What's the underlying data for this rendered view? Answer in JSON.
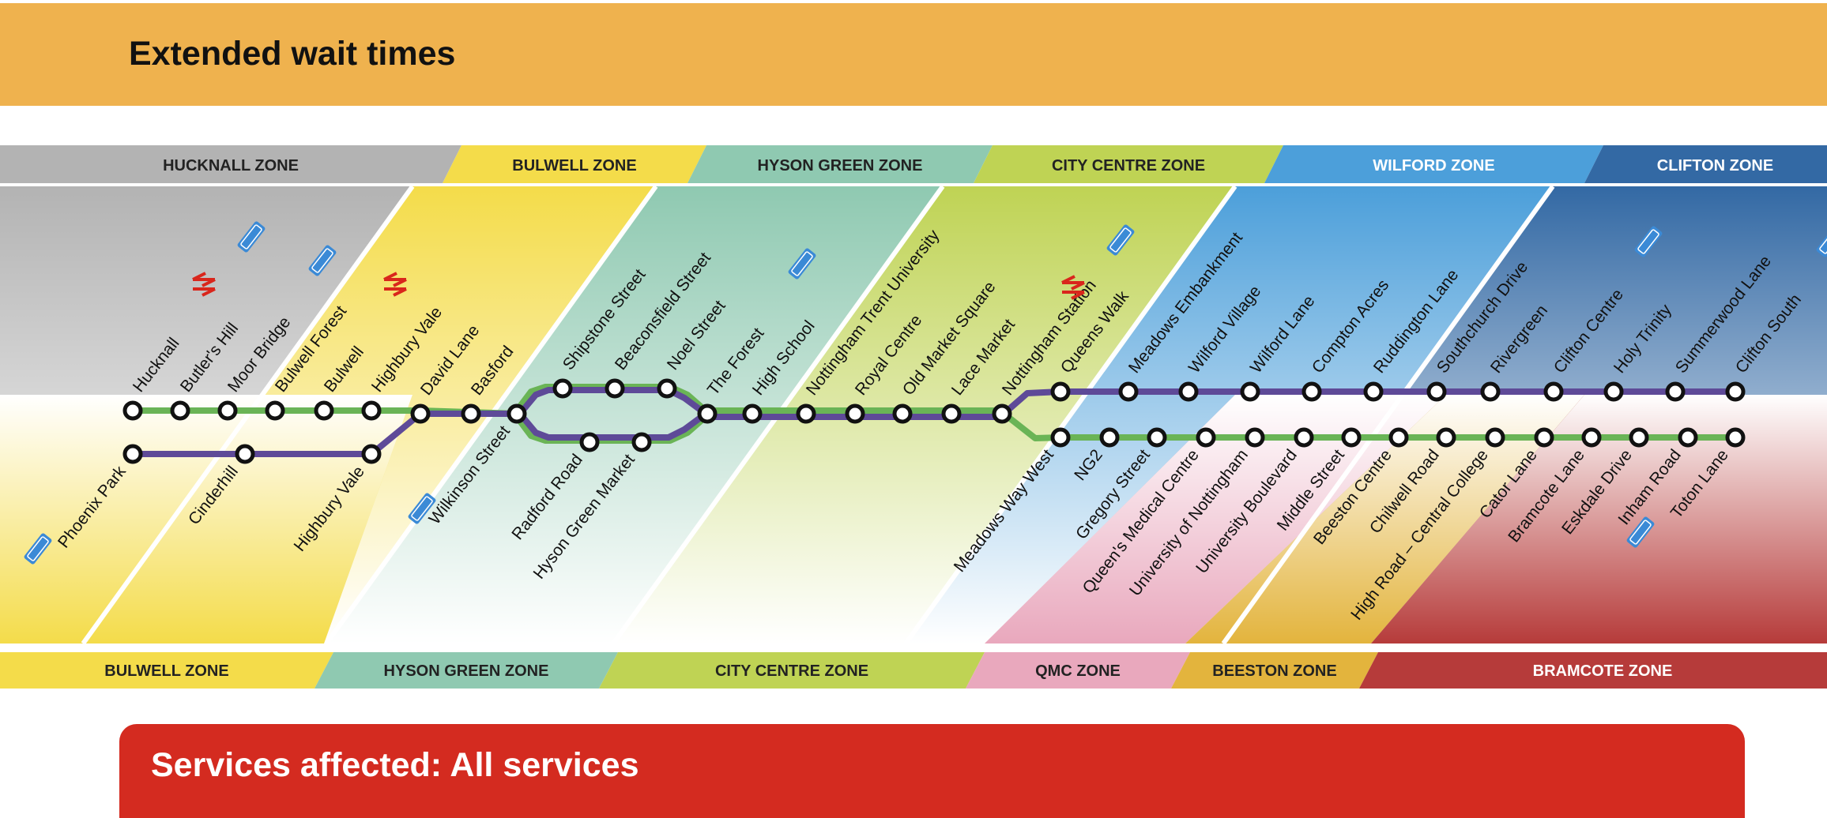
{
  "banner": {
    "title": "Extended wait times"
  },
  "services": {
    "label": "Services affected: All services"
  },
  "top_zones": [
    {
      "name": "HUCKNALL ZONE",
      "color": "#b3b3b3",
      "text": "#222222"
    },
    {
      "name": "BULWELL ZONE",
      "color": "#f4dc4a",
      "text": "#222222"
    },
    {
      "name": "HYSON GREEN ZONE",
      "color": "#8fc9b1",
      "text": "#222222"
    },
    {
      "name": "CITY CENTRE ZONE",
      "color": "#bfd354",
      "text": "#222222"
    },
    {
      "name": "WILFORD ZONE",
      "color": "#4c9fda",
      "text": "#ffffff"
    },
    {
      "name": "CLIFTON ZONE",
      "color": "#3369a4",
      "text": "#ffffff"
    }
  ],
  "bottom_zones": [
    {
      "name": "BULWELL ZONE",
      "color": "#f4dc4a",
      "text": "#222222"
    },
    {
      "name": "HYSON GREEN ZONE",
      "color": "#8fc9b1",
      "text": "#222222"
    },
    {
      "name": "CITY CENTRE ZONE",
      "color": "#bfd354",
      "text": "#222222"
    },
    {
      "name": "QMC ZONE",
      "color": "#e9a8bd",
      "text": "#222222"
    },
    {
      "name": "BEESTON ZONE",
      "color": "#e3b43d",
      "text": "#222222"
    },
    {
      "name": "BRAMCOTE ZONE",
      "color": "#b63b3a",
      "text": "#ffffff"
    }
  ],
  "lines": {
    "green": "#6ab456",
    "purple": "#5e4a98"
  },
  "stations": [
    {
      "name": "Hucknall",
      "rail": true,
      "pr": true
    },
    {
      "name": "Butler's Hill"
    },
    {
      "name": "Moor Bridge",
      "pr": true
    },
    {
      "name": "Bulwell Forest"
    },
    {
      "name": "Bulwell",
      "rail": true
    },
    {
      "name": "Highbury Vale"
    },
    {
      "name": "Phoenix Park",
      "pr": true
    },
    {
      "name": "Cinderhill"
    },
    {
      "name": "Highbury Vale"
    },
    {
      "name": "David Lane"
    },
    {
      "name": "Basford"
    },
    {
      "name": "Wilkinson Street",
      "pr": true
    },
    {
      "name": "Shipstone Street"
    },
    {
      "name": "Beaconsfield Street"
    },
    {
      "name": "Noel Street"
    },
    {
      "name": "Radford Road"
    },
    {
      "name": "Hyson Green Market"
    },
    {
      "name": "The Forest",
      "pr": true
    },
    {
      "name": "High School"
    },
    {
      "name": "Nottingham Trent University"
    },
    {
      "name": "Royal Centre"
    },
    {
      "name": "Old Market Square"
    },
    {
      "name": "Lace Market"
    },
    {
      "name": "Nottingham Station",
      "rail": true,
      "pr": true
    },
    {
      "name": "Queens Walk"
    },
    {
      "name": "Meadows Embankment"
    },
    {
      "name": "Wilford Village"
    },
    {
      "name": "Wilford Lane"
    },
    {
      "name": "Compton Acres"
    },
    {
      "name": "Ruddington Lane"
    },
    {
      "name": "Southchurch Drive"
    },
    {
      "name": "Rivergreen"
    },
    {
      "name": "Clifton Centre",
      "pr": true
    },
    {
      "name": "Holy Trinity"
    },
    {
      "name": "Summerwood Lane"
    },
    {
      "name": "Clifton South",
      "pr": true
    },
    {
      "name": "Meadows Way West"
    },
    {
      "name": "NG2"
    },
    {
      "name": "Gregory Street"
    },
    {
      "name": "Queen's Medical Centre"
    },
    {
      "name": "University of Nottingham"
    },
    {
      "name": "University Boulevard"
    },
    {
      "name": "Middle Street"
    },
    {
      "name": "Beeston Centre"
    },
    {
      "name": "Chilwell Road"
    },
    {
      "name": "High Road – Central College"
    },
    {
      "name": "Cator Lane"
    },
    {
      "name": "Bramcote Lane"
    },
    {
      "name": "Eskdale Drive"
    },
    {
      "name": "Inham Road"
    },
    {
      "name": "Toton Lane",
      "pr": true
    }
  ],
  "icons": {
    "rail": "national-rail-icon",
    "park_ride": "park-and-ride-icon"
  }
}
